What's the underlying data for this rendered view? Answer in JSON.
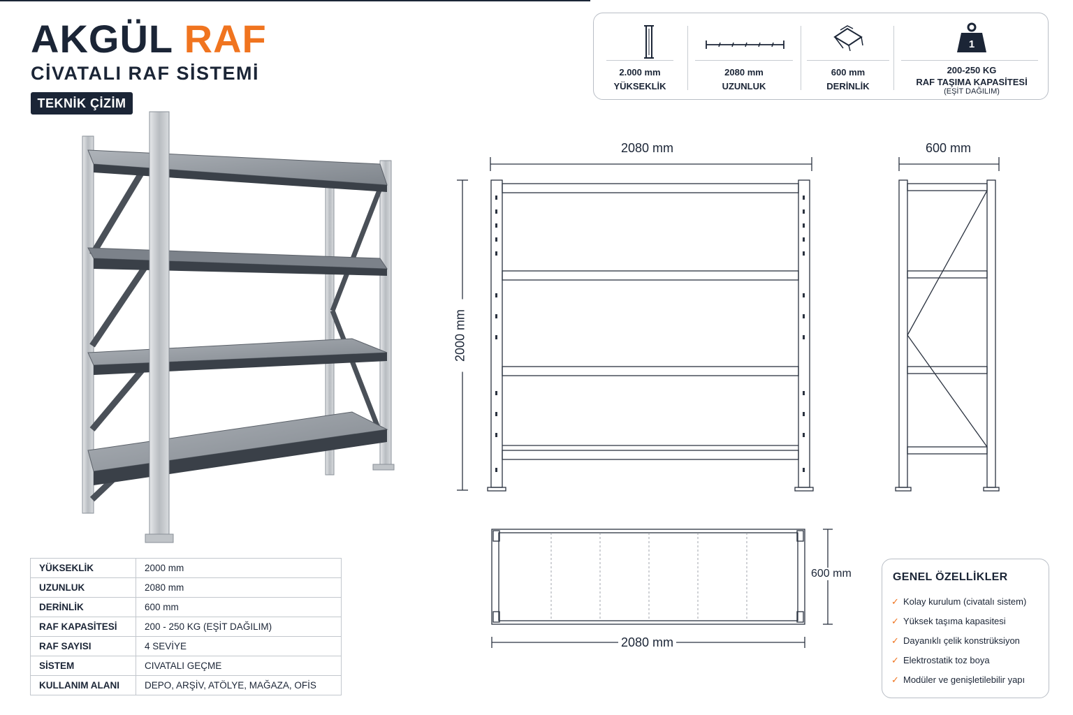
{
  "brand": {
    "part1": "AKGÜL",
    "part2": "RAF",
    "subtitle": "CİVATALI RAF SİSTEMİ",
    "badge": "TEKNİK ÇİZİM"
  },
  "specs": [
    {
      "icon": "height-icon",
      "value": "2.000 mm",
      "label": "YÜKSEKLİK"
    },
    {
      "icon": "length-icon",
      "value": "2080 mm",
      "label": "UZUNLUK"
    },
    {
      "icon": "depth-icon",
      "value": "600 mm",
      "label": "DERİNLİK"
    },
    {
      "icon": "weight-icon",
      "weight_digit": "1",
      "value": "200-250 KG",
      "label": "RAF TAŞIMA KAPASİTESİ",
      "note": "(EŞİT DAĞILIM)"
    }
  ],
  "drawings": {
    "front_width": "2080 mm",
    "front_height": "2000 mm",
    "side_depth": "600 mm",
    "plan_depth": "600 mm",
    "plan_width": "2080 mm"
  },
  "table": [
    {
      "key": "YÜKSEKLİK",
      "value": "2000 mm"
    },
    {
      "key": "UZUNLUK",
      "value": "2080 mm"
    },
    {
      "key": "DERİNLİK",
      "value": "600 mm"
    },
    {
      "key": "RAF KAPASİTESİ",
      "value": "200 - 250 KG (EŞİT DAĞILIM)"
    },
    {
      "key": "RAF SAYISI",
      "value": "4 SEVİYE"
    },
    {
      "key": "SİSTEM",
      "value": "CIVATALI GEÇME"
    },
    {
      "key": "KULLANIM ALANI",
      "value": "DEPO, ARŞİV, ATÖLYE, MAĞAZA, OFİS"
    }
  ],
  "features": {
    "title": "GENEL ÖZELLİKLER",
    "check": "✓",
    "items": [
      "Kolay kurulum (civatalı sistem)",
      "Yüksek taşıma kapasitesi",
      "Dayanıklı çelik konstrüksiyon",
      "Elektrostatik toz boya",
      "Modüler ve genişletilebilir yapı"
    ]
  },
  "colors": {
    "navy": "#1b2536",
    "orange": "#f0741f",
    "steel": "#c9ccd0",
    "shelf_dark": "#3a4048"
  }
}
